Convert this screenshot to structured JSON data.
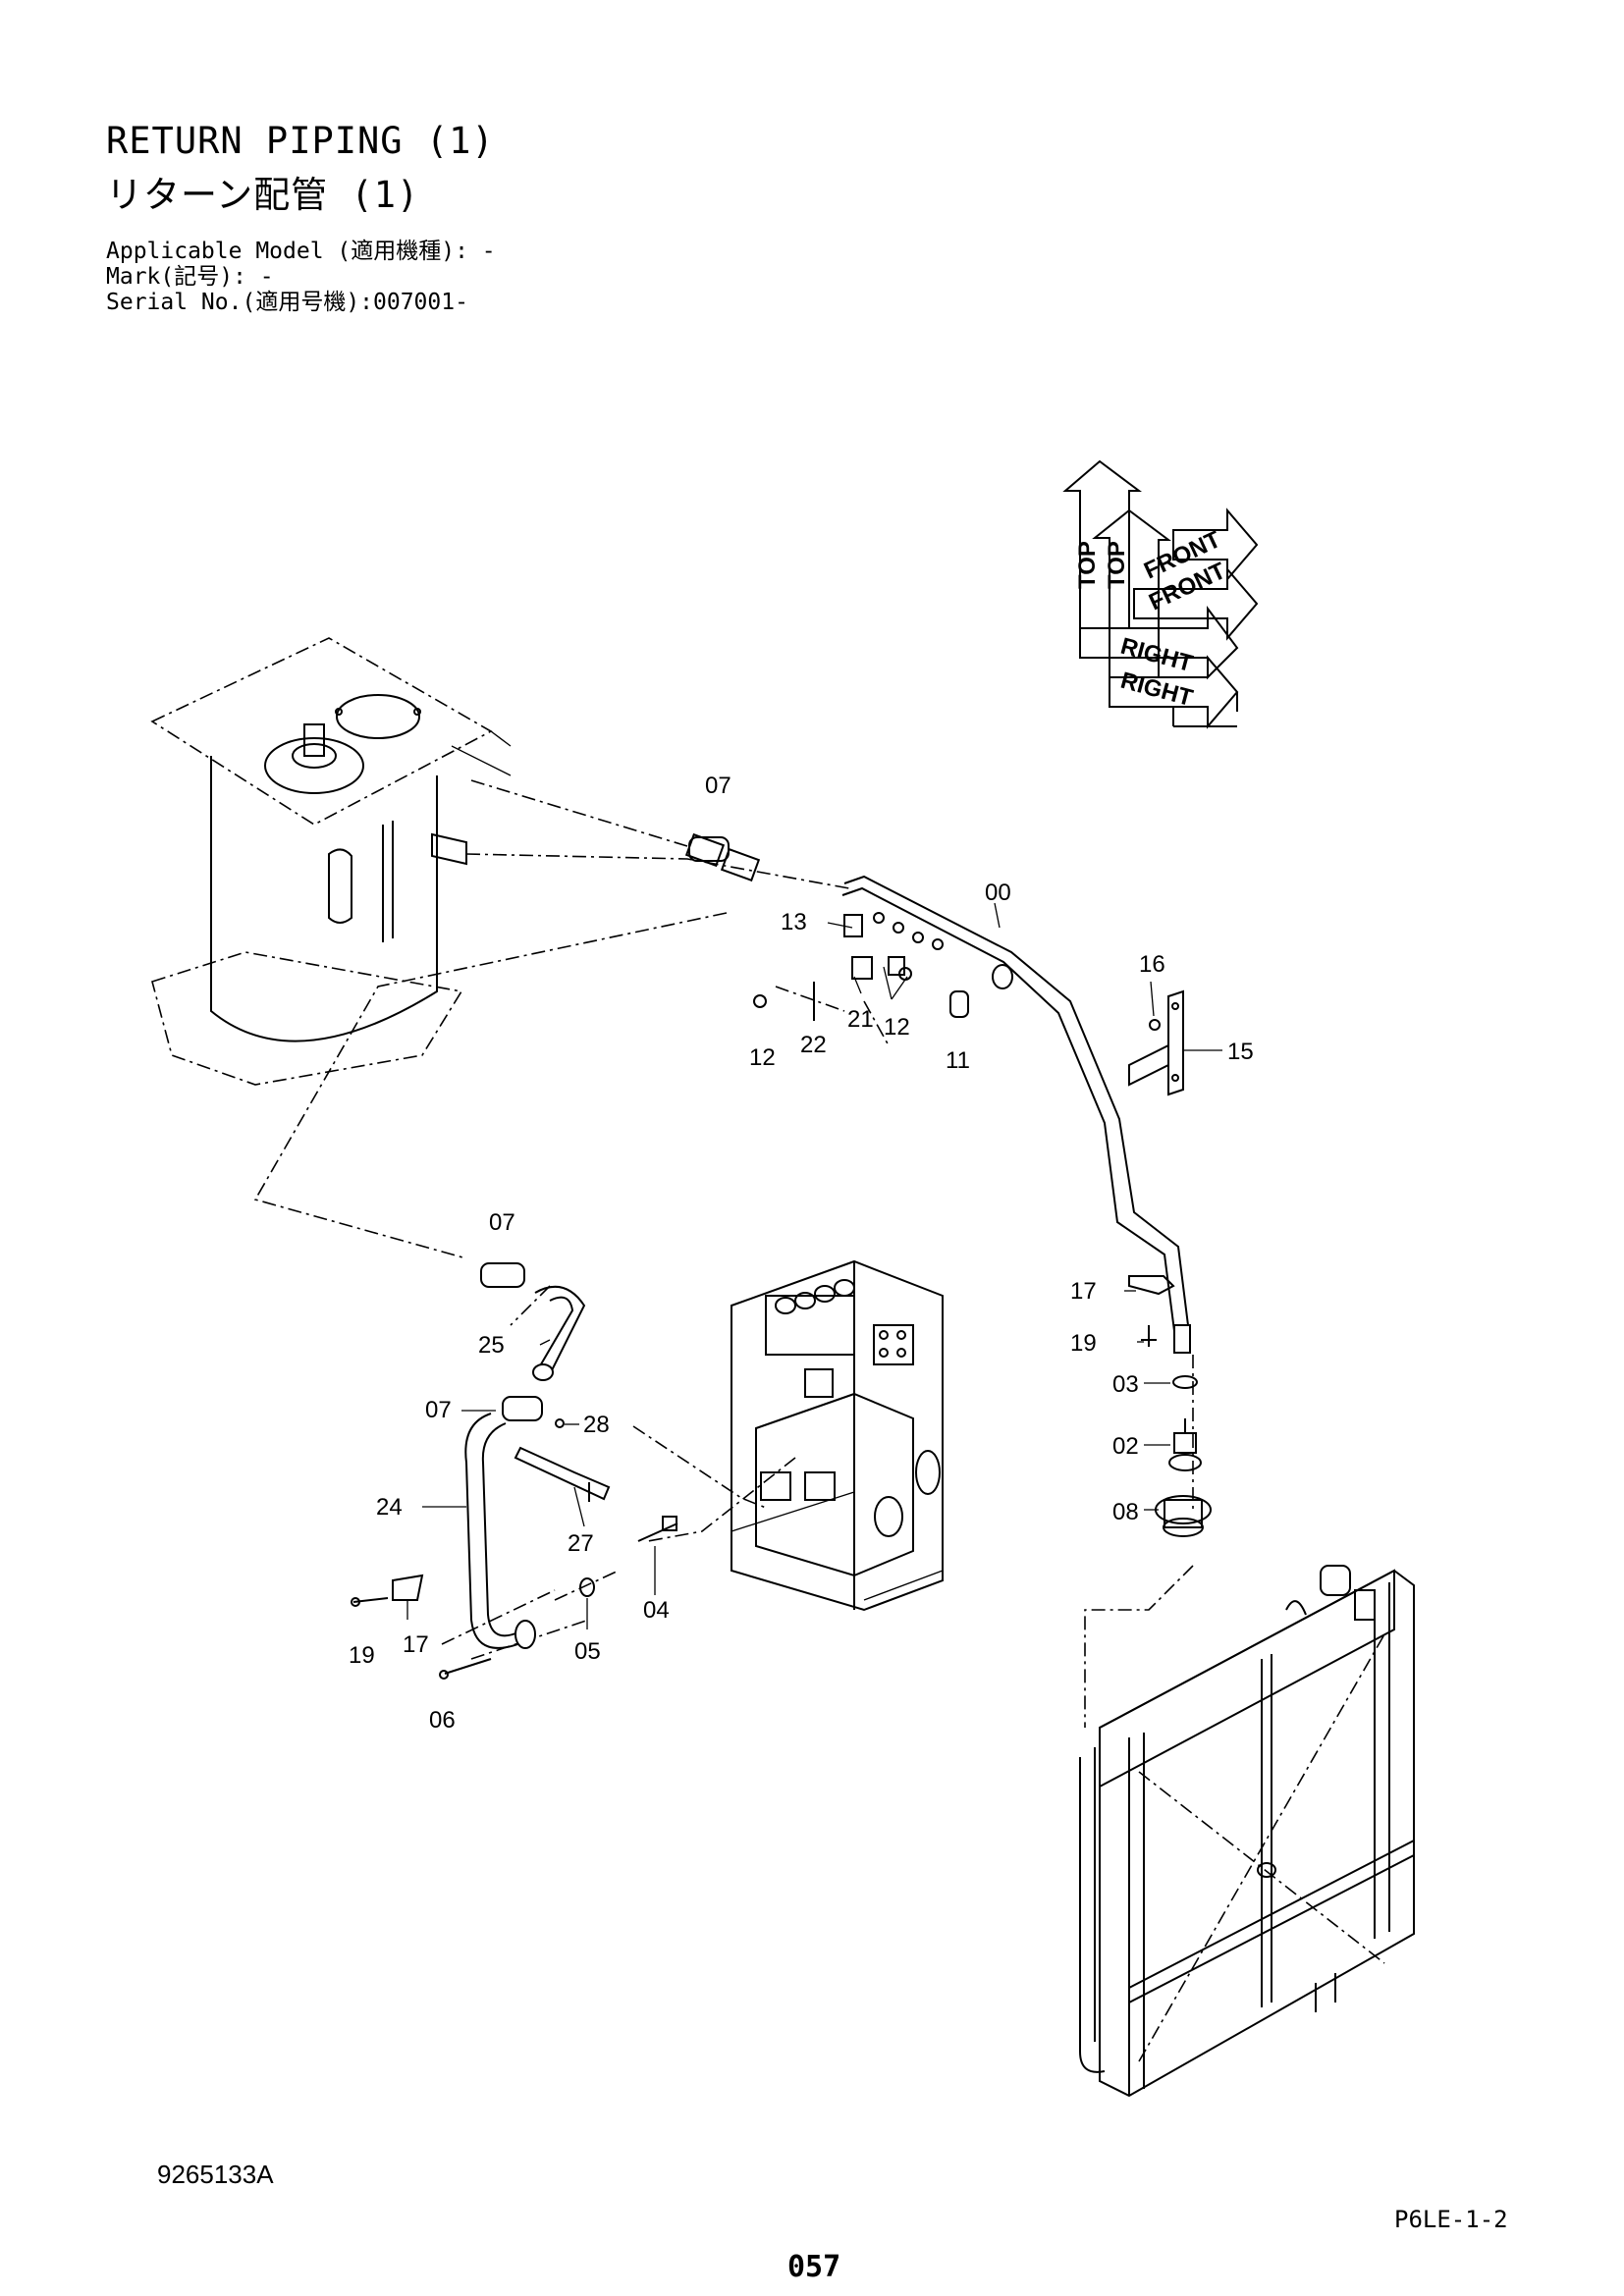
{
  "header": {
    "title_en": "RETURN PIPING (1)",
    "title_jp": "リターン配管 (1)",
    "applicable_model": "Applicable Model (適用機種): -",
    "mark": "Mark(記号): -",
    "serial_no": "Serial No.(適用号機):007001-"
  },
  "orientation": {
    "top": "TOP",
    "front": "FRONT",
    "right": "RIGHT"
  },
  "callouts": {
    "c07a": "07",
    "c00": "00",
    "c13": "13",
    "c16": "16",
    "c15": "15",
    "c21": "21",
    "c12a": "12",
    "c22": "22",
    "c12b": "12",
    "c11": "11",
    "c07b": "07",
    "c25": "25",
    "c07c": "07",
    "c28": "28",
    "c24": "24",
    "c27": "27",
    "c04": "04",
    "c05": "05",
    "c19a": "19",
    "c17a": "17",
    "c06": "06",
    "c17b": "17",
    "c19b": "19",
    "c03": "03",
    "c02": "02",
    "c08": "08"
  },
  "footer": {
    "figure_id": "9265133A",
    "code": "P6LE-1-2",
    "page": "057"
  }
}
